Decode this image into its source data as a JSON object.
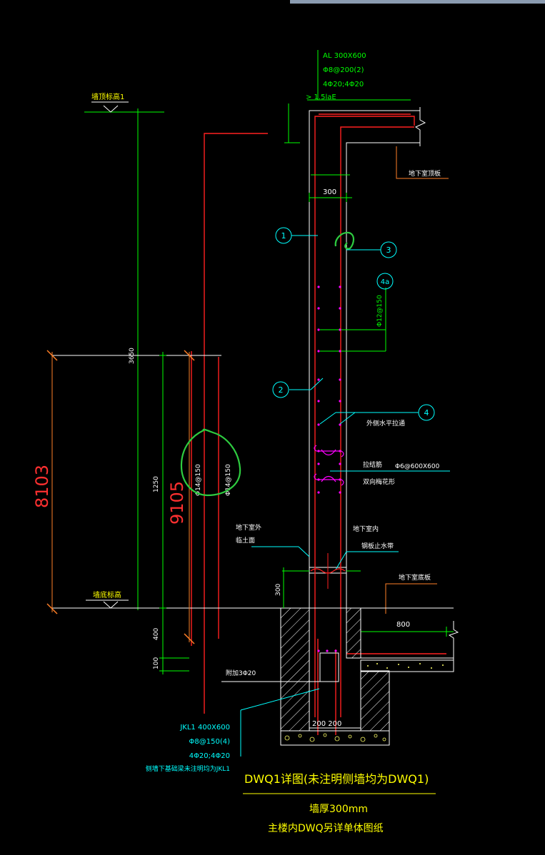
{
  "window": {
    "topbar_color": "#8a9bb0"
  },
  "colors": {
    "background": "#000000",
    "dimension": "#00ff00",
    "rebar": "#ff2020",
    "outline": "#ffffff",
    "annotation": "#00ffff",
    "label": "#ffff00",
    "orange": "#ff7f27",
    "magenta": "#ff00ff",
    "markup": "#2ecc40"
  },
  "beam_note": {
    "name": "AL 300X600",
    "stirrup": "Φ8@200(2)",
    "bars": "4Φ20;4Φ20",
    "anchor": "> 1.5laE"
  },
  "labels": {
    "top_elev": "墙顶标高1",
    "bottom_elev": "墙底标高",
    "basement_roof": "地下室顶板",
    "basement_floor": "地下室底板",
    "outside_backfill_1": "地下室外",
    "outside_backfill_2": "临土面",
    "inside_1": "地下室内",
    "waterstop": "钢板止水带",
    "tie_bar_1": "拉结筋",
    "tie_bar_2": "双向梅花形",
    "tie_bar_spec": "Φ6@600X600",
    "horiz_dist": "外侧水平拉通",
    "vert_bar_a": "Φ12@150",
    "left_bar_1": "Φ14@150",
    "left_bar_2": "Φ14@150",
    "add_bar": "附加3Φ20"
  },
  "dims": {
    "d300_wall": "300",
    "d3650": "3650",
    "d1250": "1250",
    "d8103": "8103",
    "d9105": "9105",
    "d300_bottom": "300",
    "d400": "400",
    "d100": "100",
    "d800": "800",
    "d200_200": "200 200"
  },
  "callouts": {
    "c1": "1",
    "c2": "2",
    "c3": "3",
    "c4": "4",
    "c4a": "4a"
  },
  "jkl_note": {
    "name": "JKL1 400X600",
    "stirrup": "Φ8@150(4)",
    "bars": "4Φ20;4Φ20",
    "remark": "侧墙下基础梁未注明均为JKL1"
  },
  "title": {
    "main": "DWQ1详图(未注明侧墙均为DWQ1)",
    "thickness": "墙厚300mm",
    "note": "主楼内DWQ另详单体图纸"
  }
}
